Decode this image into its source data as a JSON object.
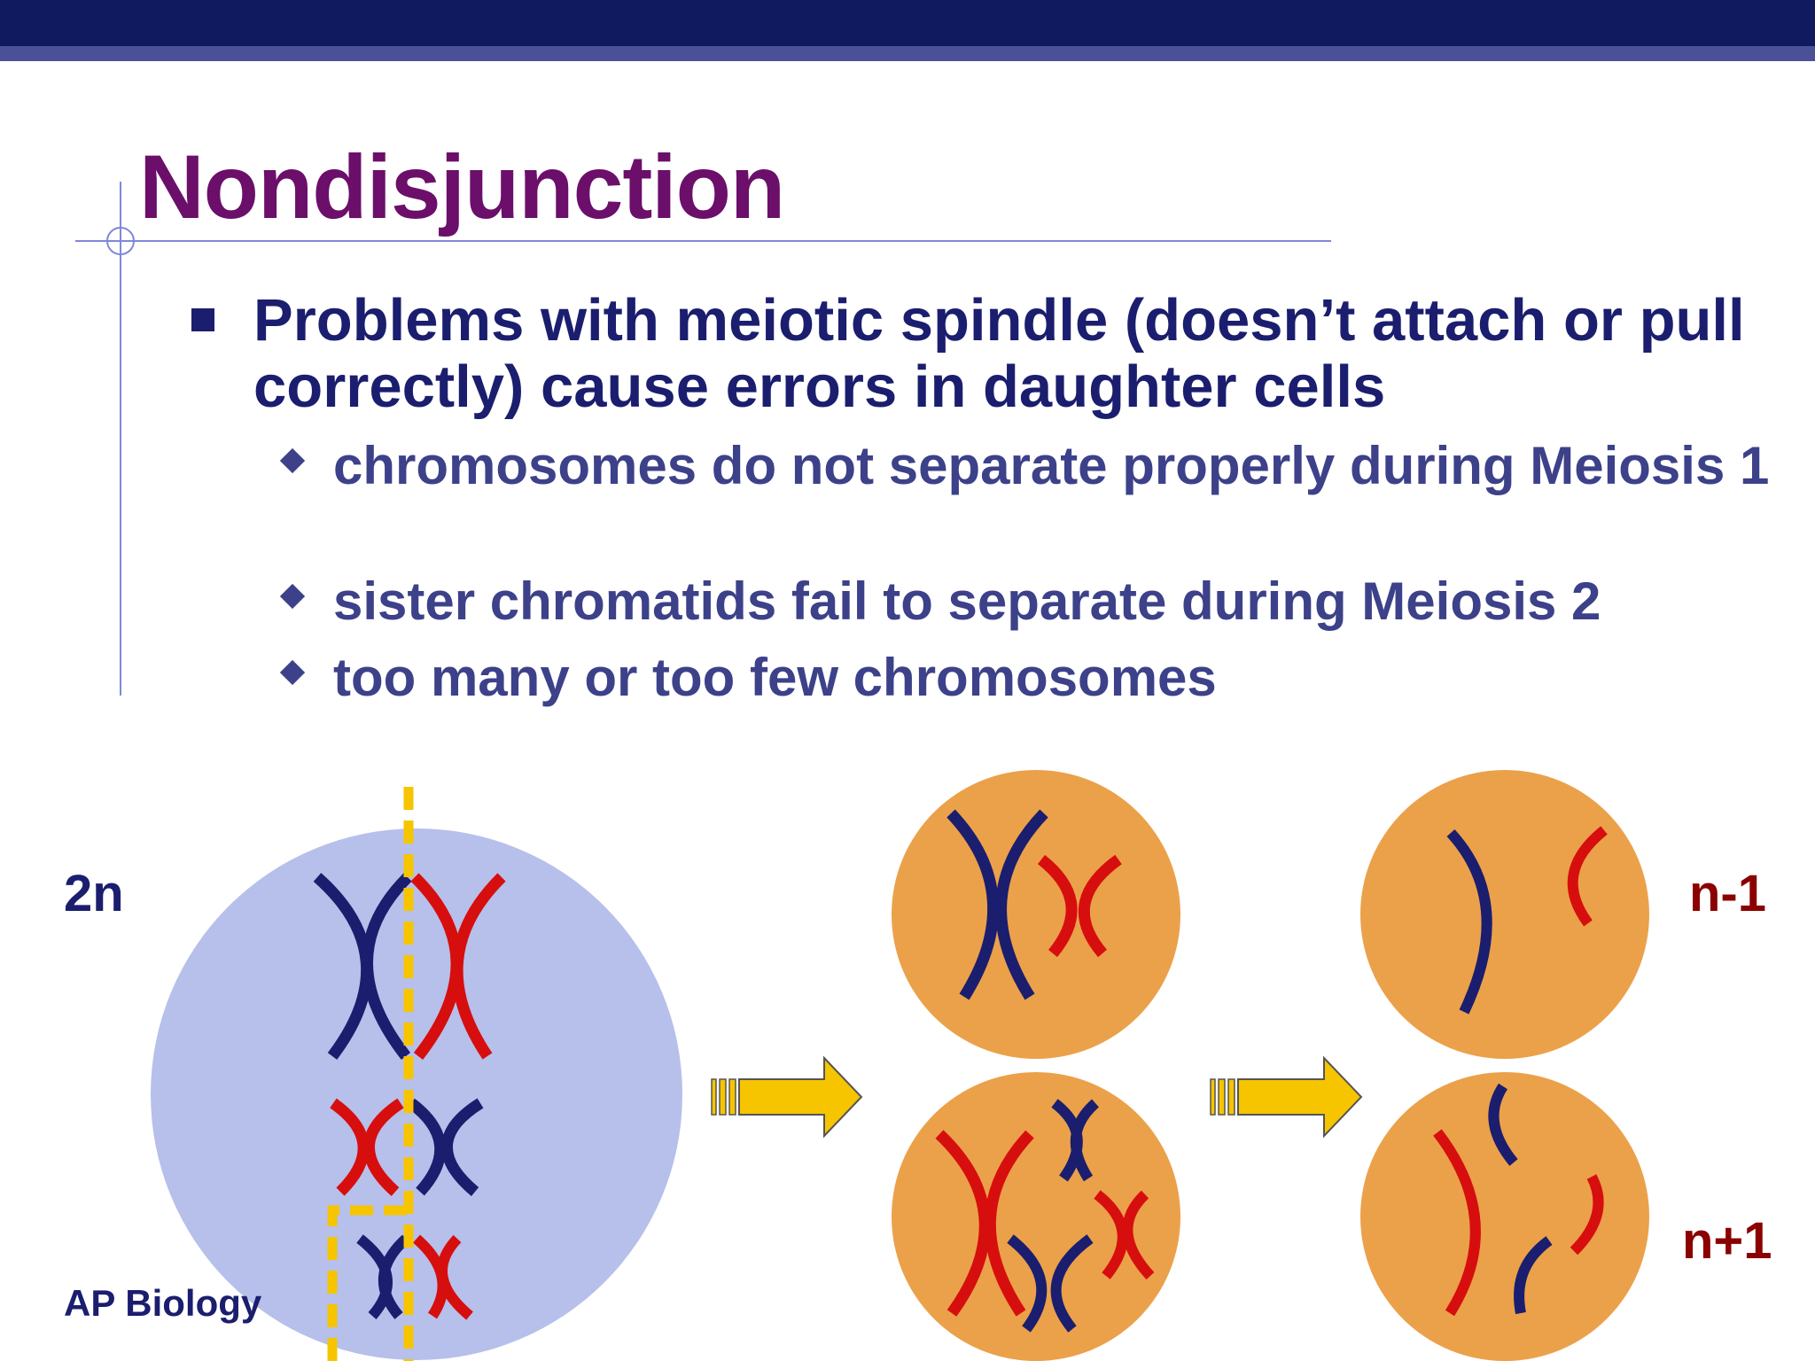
{
  "slide": {
    "title": "Nondisjunction",
    "bullet": "Problems with meiotic spindle (doesn’t attach or pull correctly) cause errors in daughter cells",
    "sub_bullets": [
      "chromosomes do not separate properly during Meiosis 1",
      "sister chromatids fail to separate during Meiosis 2",
      "too many or too few chromosomes"
    ],
    "footer": "AP Biology"
  },
  "diagram": {
    "parent_label": "2n",
    "top_right_label": "n-1",
    "bottom_right_label": "n+1"
  },
  "colors": {
    "header_dark": "#101a5e",
    "header_light": "#4a5197",
    "title": "#6b0f6b",
    "bullet_text": "#1b1e6e",
    "sub_text": "#3c4189",
    "parent_cell": "#b6c0ea",
    "daughter_cell": "#eba14a",
    "chromosome_blue": "#1b1e6e",
    "chromosome_red": "#d70e0e",
    "spindle": "#f6c500",
    "label_red": "#8b0000"
  },
  "icons": [
    "bullet-square-icon",
    "diamond-bullet-icon",
    "arrow-right-icon",
    "crosshair-icon"
  ]
}
